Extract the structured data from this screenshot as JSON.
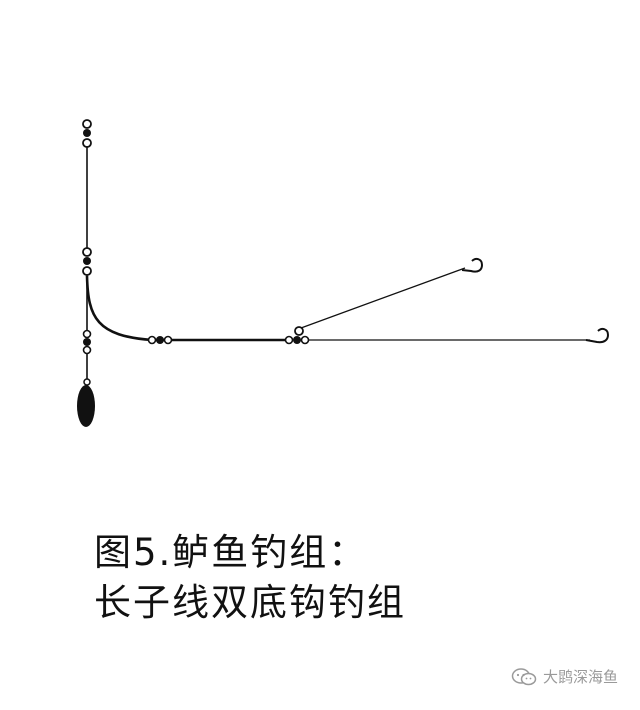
{
  "caption": {
    "line1": "图5.鲈鱼钓组：",
    "line2": "长子线双底钩钓组"
  },
  "watermark": {
    "text": "大鹍深海鱼",
    "icon": "wechat-logo-icon"
  }
}
